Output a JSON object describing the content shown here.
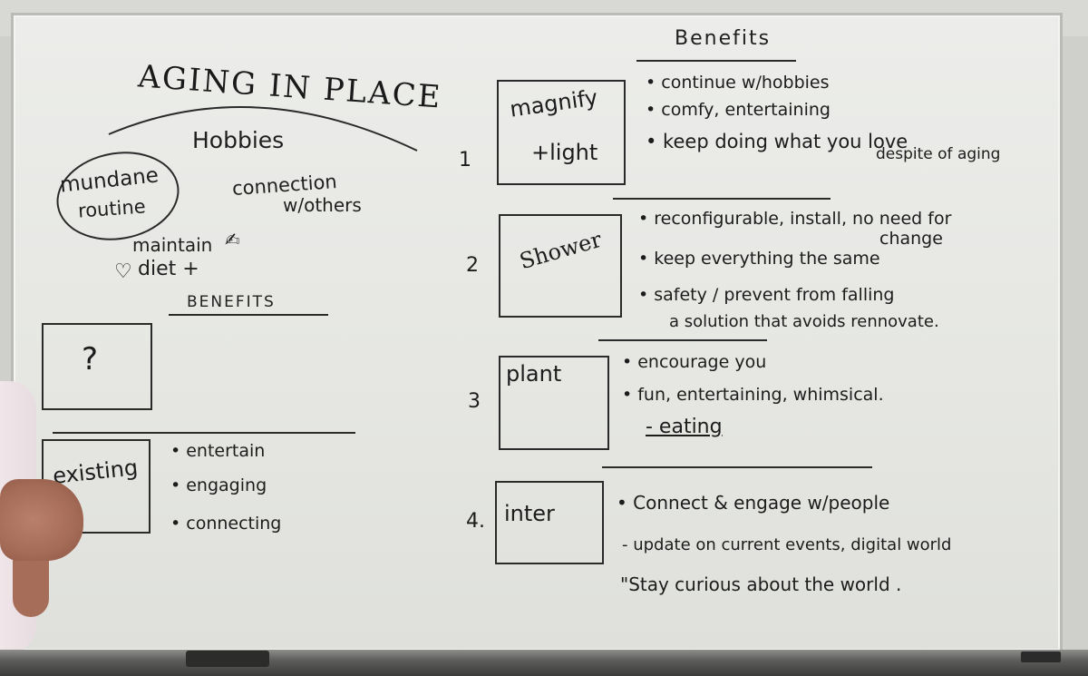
{
  "left": {
    "title": "AGING IN PLACE",
    "hobbies": "Hobbies",
    "mundane_line1": "mundane",
    "mundane_line2": "routine",
    "connection_line1": "connection",
    "connection_line2": "w/others",
    "maintain": "maintain",
    "diet": "diet +",
    "benefits_label": "BENEFITS",
    "question_box": "?",
    "existing_box": "existing",
    "existing_bullets": [
      "• entertain",
      "• engaging",
      "• connecting"
    ]
  },
  "right": {
    "benefits_header": "Benefits",
    "rows": [
      {
        "number": "1",
        "box_line1": "magnify",
        "box_line2": "+light",
        "bullets": [
          "• continue w/hobbies",
          "• comfy, entertaining",
          "• keep doing what you love"
        ],
        "note": "despite of aging"
      },
      {
        "number": "2",
        "box_line1": "Shower",
        "bullets": [
          "• reconfigurable, install, no need for",
          "• keep everything the same",
          "• safety / prevent from falling",
          "a solution that avoids rennovate."
        ],
        "note": "change"
      },
      {
        "number": "3",
        "box_line1": "plant",
        "bullets": [
          "• encourage you",
          "• fun, entertaining, whimsical.",
          "- eating"
        ]
      },
      {
        "number": "4.",
        "box_line1": "inter",
        "bullets": [
          "• Connect & engage w/people",
          "- update on current events, digital world",
          "\"Stay curious about the world ."
        ]
      }
    ]
  }
}
